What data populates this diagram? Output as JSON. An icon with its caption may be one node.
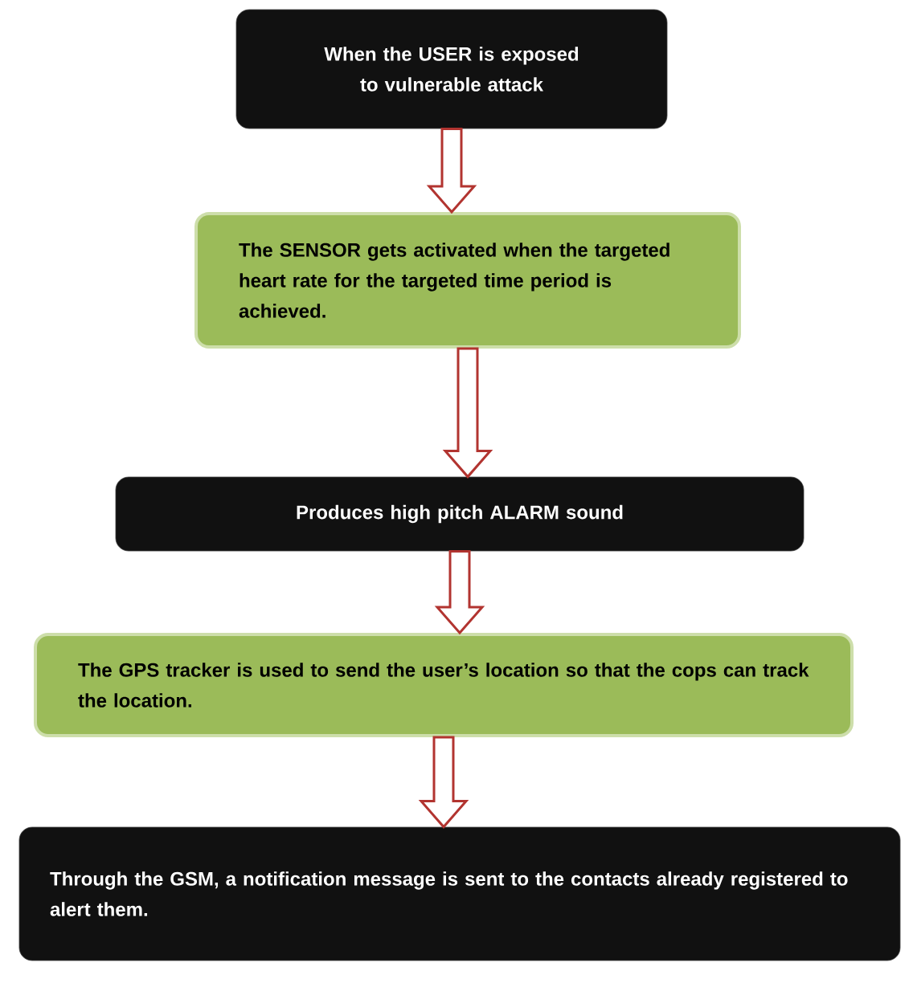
{
  "diagram": {
    "nodes": [
      {
        "text": [
          "When the USER is exposed to vulnerable attack"
        ]
      },
      {
        "text": [
          "The SENSOR gets activated when the targeted heart rate for the targeted time period is achieved."
        ]
      },
      {
        "text": [
          "Produces high pitch ALARM sound"
        ]
      },
      {
        "text": [
          "The GPS tracker is used to send the user’s location so that the cops can track the location."
        ]
      },
      {
        "text": [
          "Through the GSM, a notification message is sent to the contacts already registered to alert them."
        ]
      }
    ],
    "edges": [
      {
        "from": 0,
        "to": 1,
        "arrow": "to"
      },
      {
        "from": 1,
        "to": 2,
        "arrow": "to"
      },
      {
        "from": 2,
        "to": 3,
        "arrow": "to"
      },
      {
        "from": 3,
        "to": 4,
        "arrow": "to"
      }
    ]
  }
}
